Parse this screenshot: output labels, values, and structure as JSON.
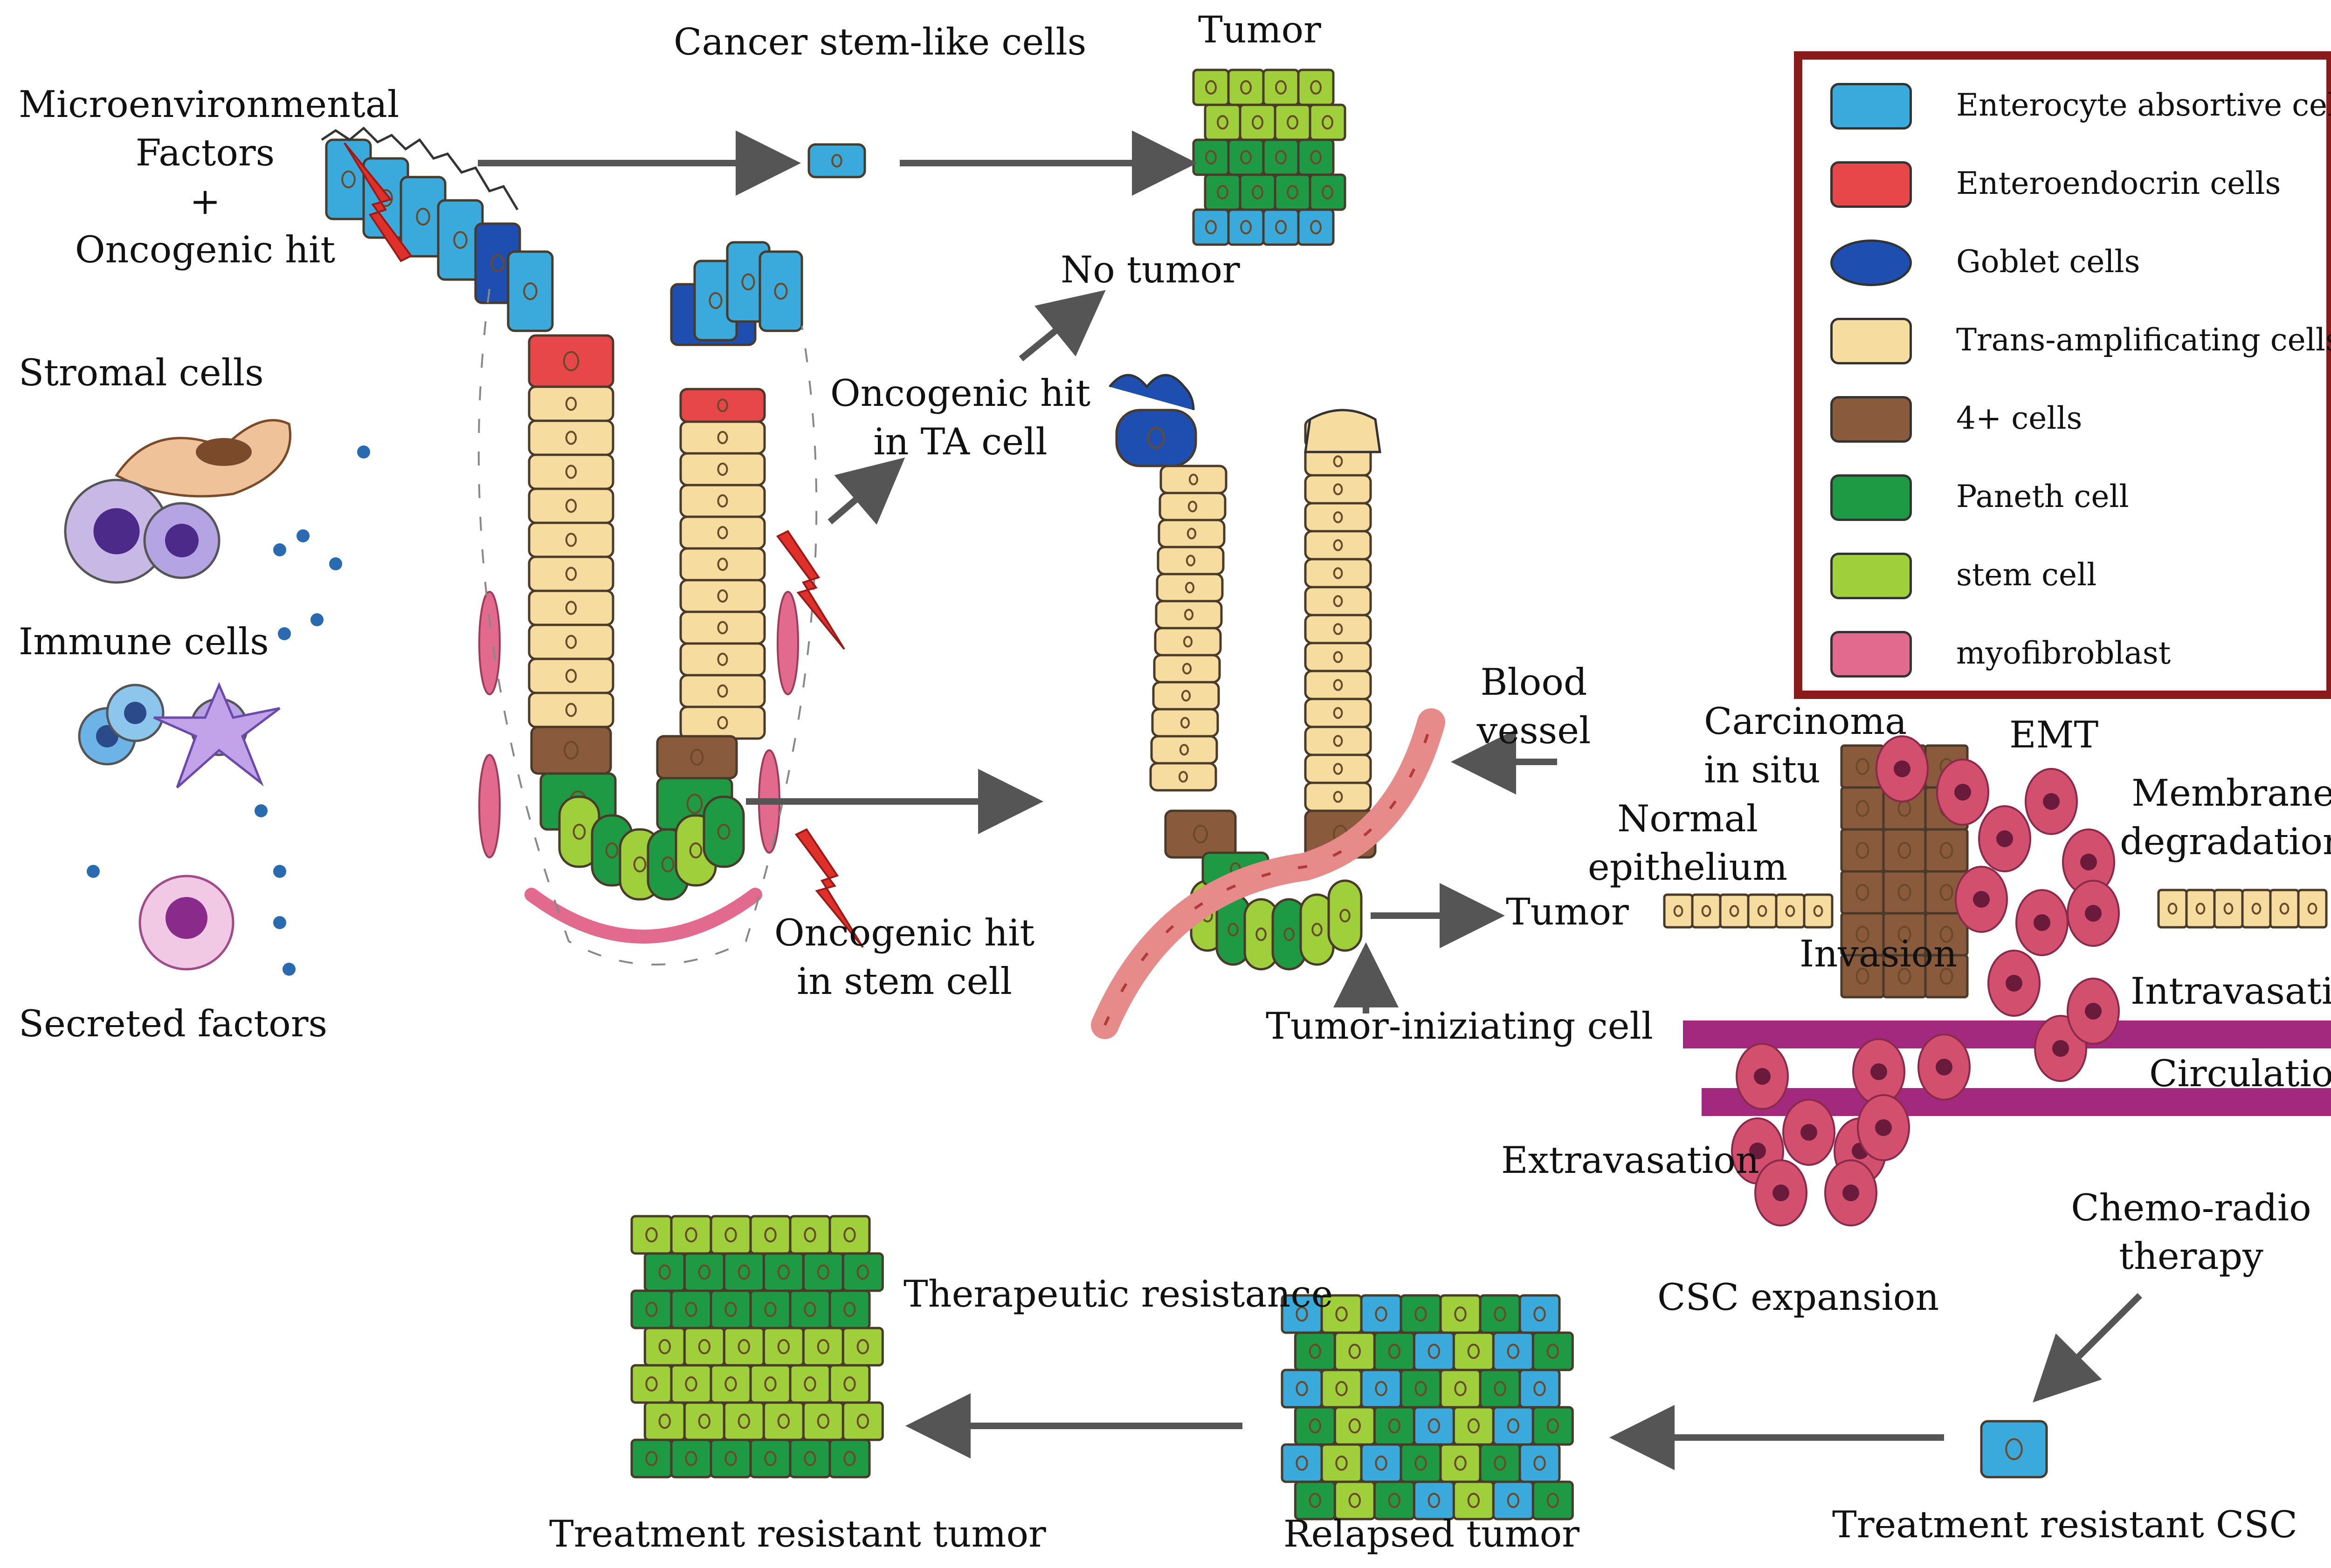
{
  "labels": {
    "micro_factors": "Microenvironmental\nFactors\n+\nOncogenic hit",
    "stromal": "Stromal cells",
    "immune": "Immune cells",
    "secreted": "Secreted factors",
    "csc_like": "Cancer stem-like cells",
    "tumor_top": "Tumor",
    "no_tumor": "No tumor",
    "onco_ta": "Oncogenic hit\nin TA cell",
    "onco_stem": "Oncogenic hit\nin stem cell",
    "blood_vessel": "Blood\nvessel",
    "tumor_mid": "Tumor",
    "tic": "Tumor-iniziating cell",
    "carcinoma": "Carcinoma\nin situ",
    "emt": "EMT",
    "membrane": "Membrane\ndegradation",
    "normal_epi": "Normal\nepithelium",
    "invasion": "Invasion",
    "intravasation": "Intravasation",
    "circulation": "Circulation",
    "extravasation": "Extravasation",
    "chemo": "Chemo-radio\ntherapy",
    "therapeutic": "Therapeutic resistance",
    "csc_expansion": "CSC expansion",
    "treat_tumor": "Treatment resistant tumor",
    "relapsed": "Relapsed tumor",
    "treat_csc": "Treatment resistant CSC"
  },
  "legend": [
    {
      "label": "Enterocyte absortive cells",
      "color": "#3aa9dc"
    },
    {
      "label": "Enteroendocrin cells",
      "color": "#e8474a"
    },
    {
      "label": "Goblet cells",
      "color": "#1e4fb0"
    },
    {
      "label": "Trans-amplificating cells",
      "color": "#f7dca0"
    },
    {
      "label": "4+ cells",
      "color": "#8a5a3c"
    },
    {
      "label": "Paneth cell",
      "color": "#1f9a44"
    },
    {
      "label": "stem cell",
      "color": "#9fcf3a"
    },
    {
      "label": "myofibroblast",
      "color": "#e26a8e"
    }
  ],
  "colors": {
    "arrow": "#555555",
    "lightning": "#e0302a",
    "vessel": "#a3297f",
    "tumor_cell": "#d24f6e",
    "legend_border": "#8b1a1a"
  }
}
